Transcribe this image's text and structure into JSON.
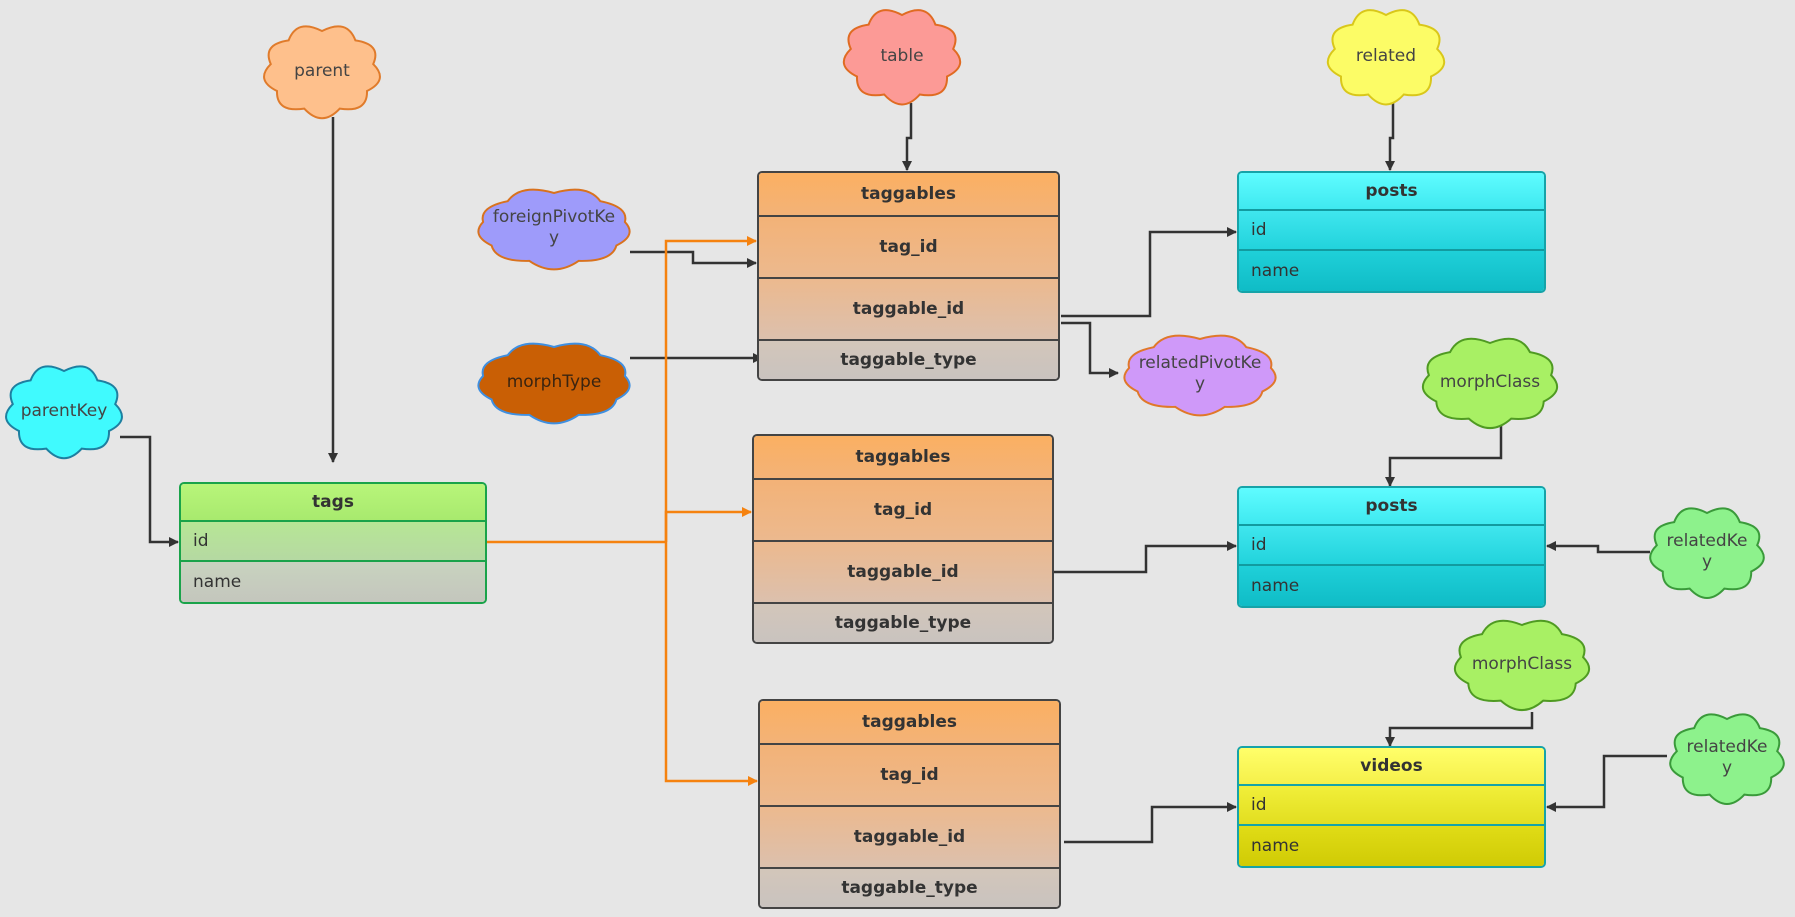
{
  "clouds": {
    "parent": {
      "label": "parent",
      "fill": "#fec08c",
      "stroke": "#e07b2b"
    },
    "table": {
      "label": "table",
      "fill": "#fc9a96",
      "stroke": "#e06b22"
    },
    "related": {
      "label": "related",
      "fill": "#fcfc66",
      "stroke": "#d9c71a"
    },
    "foreign_pivot_key": {
      "label": "foreignPivotKey",
      "fill": "#9e9bfa",
      "stroke": "#d9721e"
    },
    "morph_type": {
      "label": "morphType",
      "fill": "#c95f05",
      "stroke": "#3f8fe0"
    },
    "related_pivot_key": {
      "label": "relatedPivotKey",
      "fill": "#cf99f9",
      "stroke": "#e0782a"
    },
    "parent_key": {
      "label": "parentKey",
      "fill": "#40fafe",
      "stroke": "#1e7fa0"
    },
    "morph_class_1": {
      "label": "morphClass",
      "fill": "#a8f064",
      "stroke": "#4f9a22"
    },
    "related_key_1": {
      "label": "relatedKey",
      "fill": "#8df28c",
      "stroke": "#3a9a3a"
    },
    "morph_class_2": {
      "label": "morphClass",
      "fill": "#a8f064",
      "stroke": "#4f9a22"
    },
    "related_key_2": {
      "label": "relatedKey",
      "fill": "#8df28c",
      "stroke": "#3a9a3a"
    }
  },
  "tables": {
    "tags": {
      "title": "tags",
      "fields": [
        "id",
        "name"
      ]
    },
    "taggables_1": {
      "title": "taggables",
      "fields": [
        "tag_id",
        "taggable_id",
        "taggable_type"
      ]
    },
    "taggables_2": {
      "title": "taggables",
      "fields": [
        "tag_id",
        "taggable_id",
        "taggable_type"
      ]
    },
    "taggables_3": {
      "title": "taggables",
      "fields": [
        "tag_id",
        "taggable_id",
        "taggable_type"
      ]
    },
    "posts_1": {
      "title": "posts",
      "fields": [
        "id",
        "name"
      ]
    },
    "posts_2": {
      "title": "posts",
      "fields": [
        "id",
        "name"
      ]
    },
    "videos": {
      "title": "videos",
      "fields": [
        "id",
        "name"
      ]
    }
  },
  "colors": {
    "wire": "#333333",
    "highlight": "#f5820f"
  }
}
